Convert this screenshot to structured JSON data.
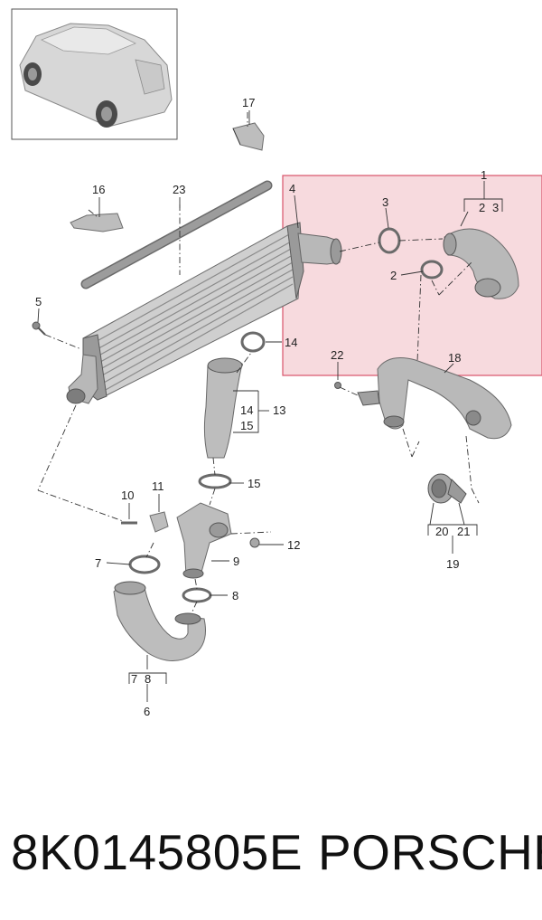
{
  "callouts": {
    "c1": "1",
    "c2a": "2",
    "c3a": "3",
    "c2": "2",
    "c3": "3",
    "c4": "4",
    "c5": "5",
    "c6": "6",
    "c7a": "7",
    "c8a": "8",
    "c7": "7",
    "c8": "8",
    "c9": "9",
    "c10": "10",
    "c11": "11",
    "c12": "12",
    "c13": "13",
    "c14a": "14",
    "c15a": "15",
    "c14": "14",
    "c15": "15",
    "c16": "16",
    "c17": "17",
    "c18": "18",
    "c19": "19",
    "c20": "20",
    "c21": "21",
    "c22": "22",
    "c23": "23"
  },
  "highlight_color": "#f6d3d8",
  "highlight_border": "#d9536a",
  "footer": {
    "part_number": "8K0145805E",
    "brand": "PORSCHE"
  }
}
